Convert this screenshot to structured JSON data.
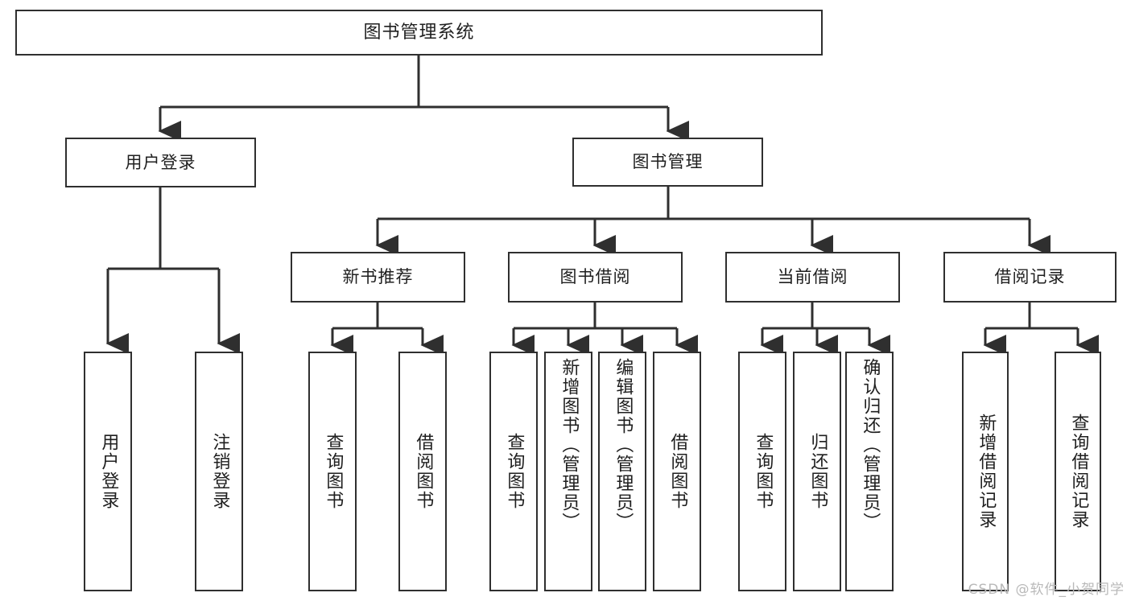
{
  "diagram": {
    "type": "tree-hierarchy-flowchart",
    "title": "图书管理系统",
    "colors": {
      "stroke": "#2f2f2f",
      "fill": "#ffffff",
      "text": "#1f1f1f",
      "watermark": "#b9b9b9"
    },
    "levels": {
      "root": {
        "label": "图书管理系统"
      },
      "level2": [
        {
          "id": "user-login",
          "label": "用户登录"
        },
        {
          "id": "book-manage",
          "label": "图书管理"
        }
      ],
      "level3": [
        {
          "id": "new-book-rec",
          "label": "新书推荐",
          "parent": "book-manage"
        },
        {
          "id": "book-borrow",
          "label": "图书借阅",
          "parent": "book-manage"
        },
        {
          "id": "current-borrow",
          "label": "当前借阅",
          "parent": "book-manage"
        },
        {
          "id": "borrow-record",
          "label": "借阅记录",
          "parent": "book-manage"
        }
      ],
      "leaves": {
        "user-login": [
          {
            "id": "leaf-user-login",
            "label": "用户登录"
          },
          {
            "id": "leaf-user-logout",
            "label": "注销登录"
          }
        ],
        "new-book-rec": [
          {
            "id": "leaf-query-book-1",
            "label": "查询图书"
          },
          {
            "id": "leaf-borrow-book-1",
            "label": "借阅图书"
          }
        ],
        "book-borrow": [
          {
            "id": "leaf-query-book-2",
            "label": "查询图书"
          },
          {
            "id": "leaf-add-book",
            "label": "新增图书（管理员）"
          },
          {
            "id": "leaf-edit-book",
            "label": "编辑图书（管理员）"
          },
          {
            "id": "leaf-borrow-book-2",
            "label": "借阅图书"
          }
        ],
        "current-borrow": [
          {
            "id": "leaf-query-book-3",
            "label": "查询图书"
          },
          {
            "id": "leaf-return-book",
            "label": "归还图书"
          },
          {
            "id": "leaf-confirm-return",
            "label": "确认归还（管理员）"
          }
        ],
        "borrow-record": [
          {
            "id": "leaf-add-record",
            "label": "新增借阅记录"
          },
          {
            "id": "leaf-query-record",
            "label": "查询借阅记录"
          }
        ]
      }
    },
    "watermark": "CSDN @软件_小贺同学"
  }
}
